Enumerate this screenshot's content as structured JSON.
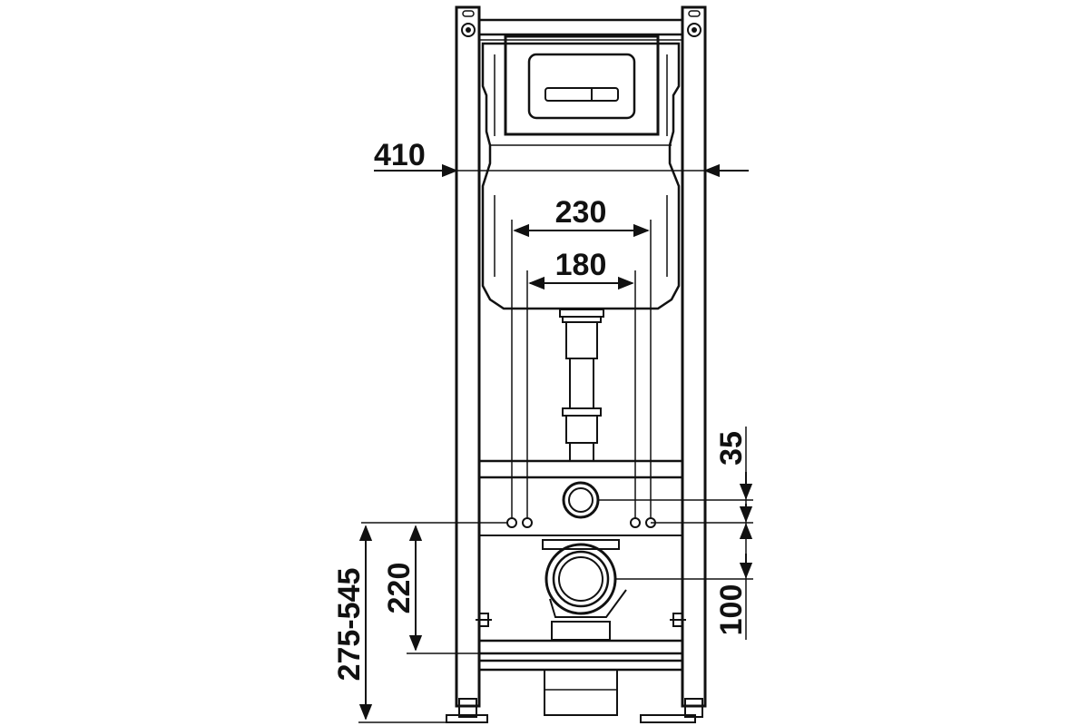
{
  "drawing": {
    "line_color": "#111111",
    "background": "#ffffff"
  },
  "dimensions": {
    "frame_width": "410",
    "outer_spacing": "230",
    "inner_spacing": "180",
    "upper_offset": "35",
    "drain_offset": "100",
    "fixing_height": "220",
    "height_range": "275-545"
  },
  "icons": [
    "mount-hole-icon",
    "flush-button-icon",
    "arrow-icon"
  ]
}
